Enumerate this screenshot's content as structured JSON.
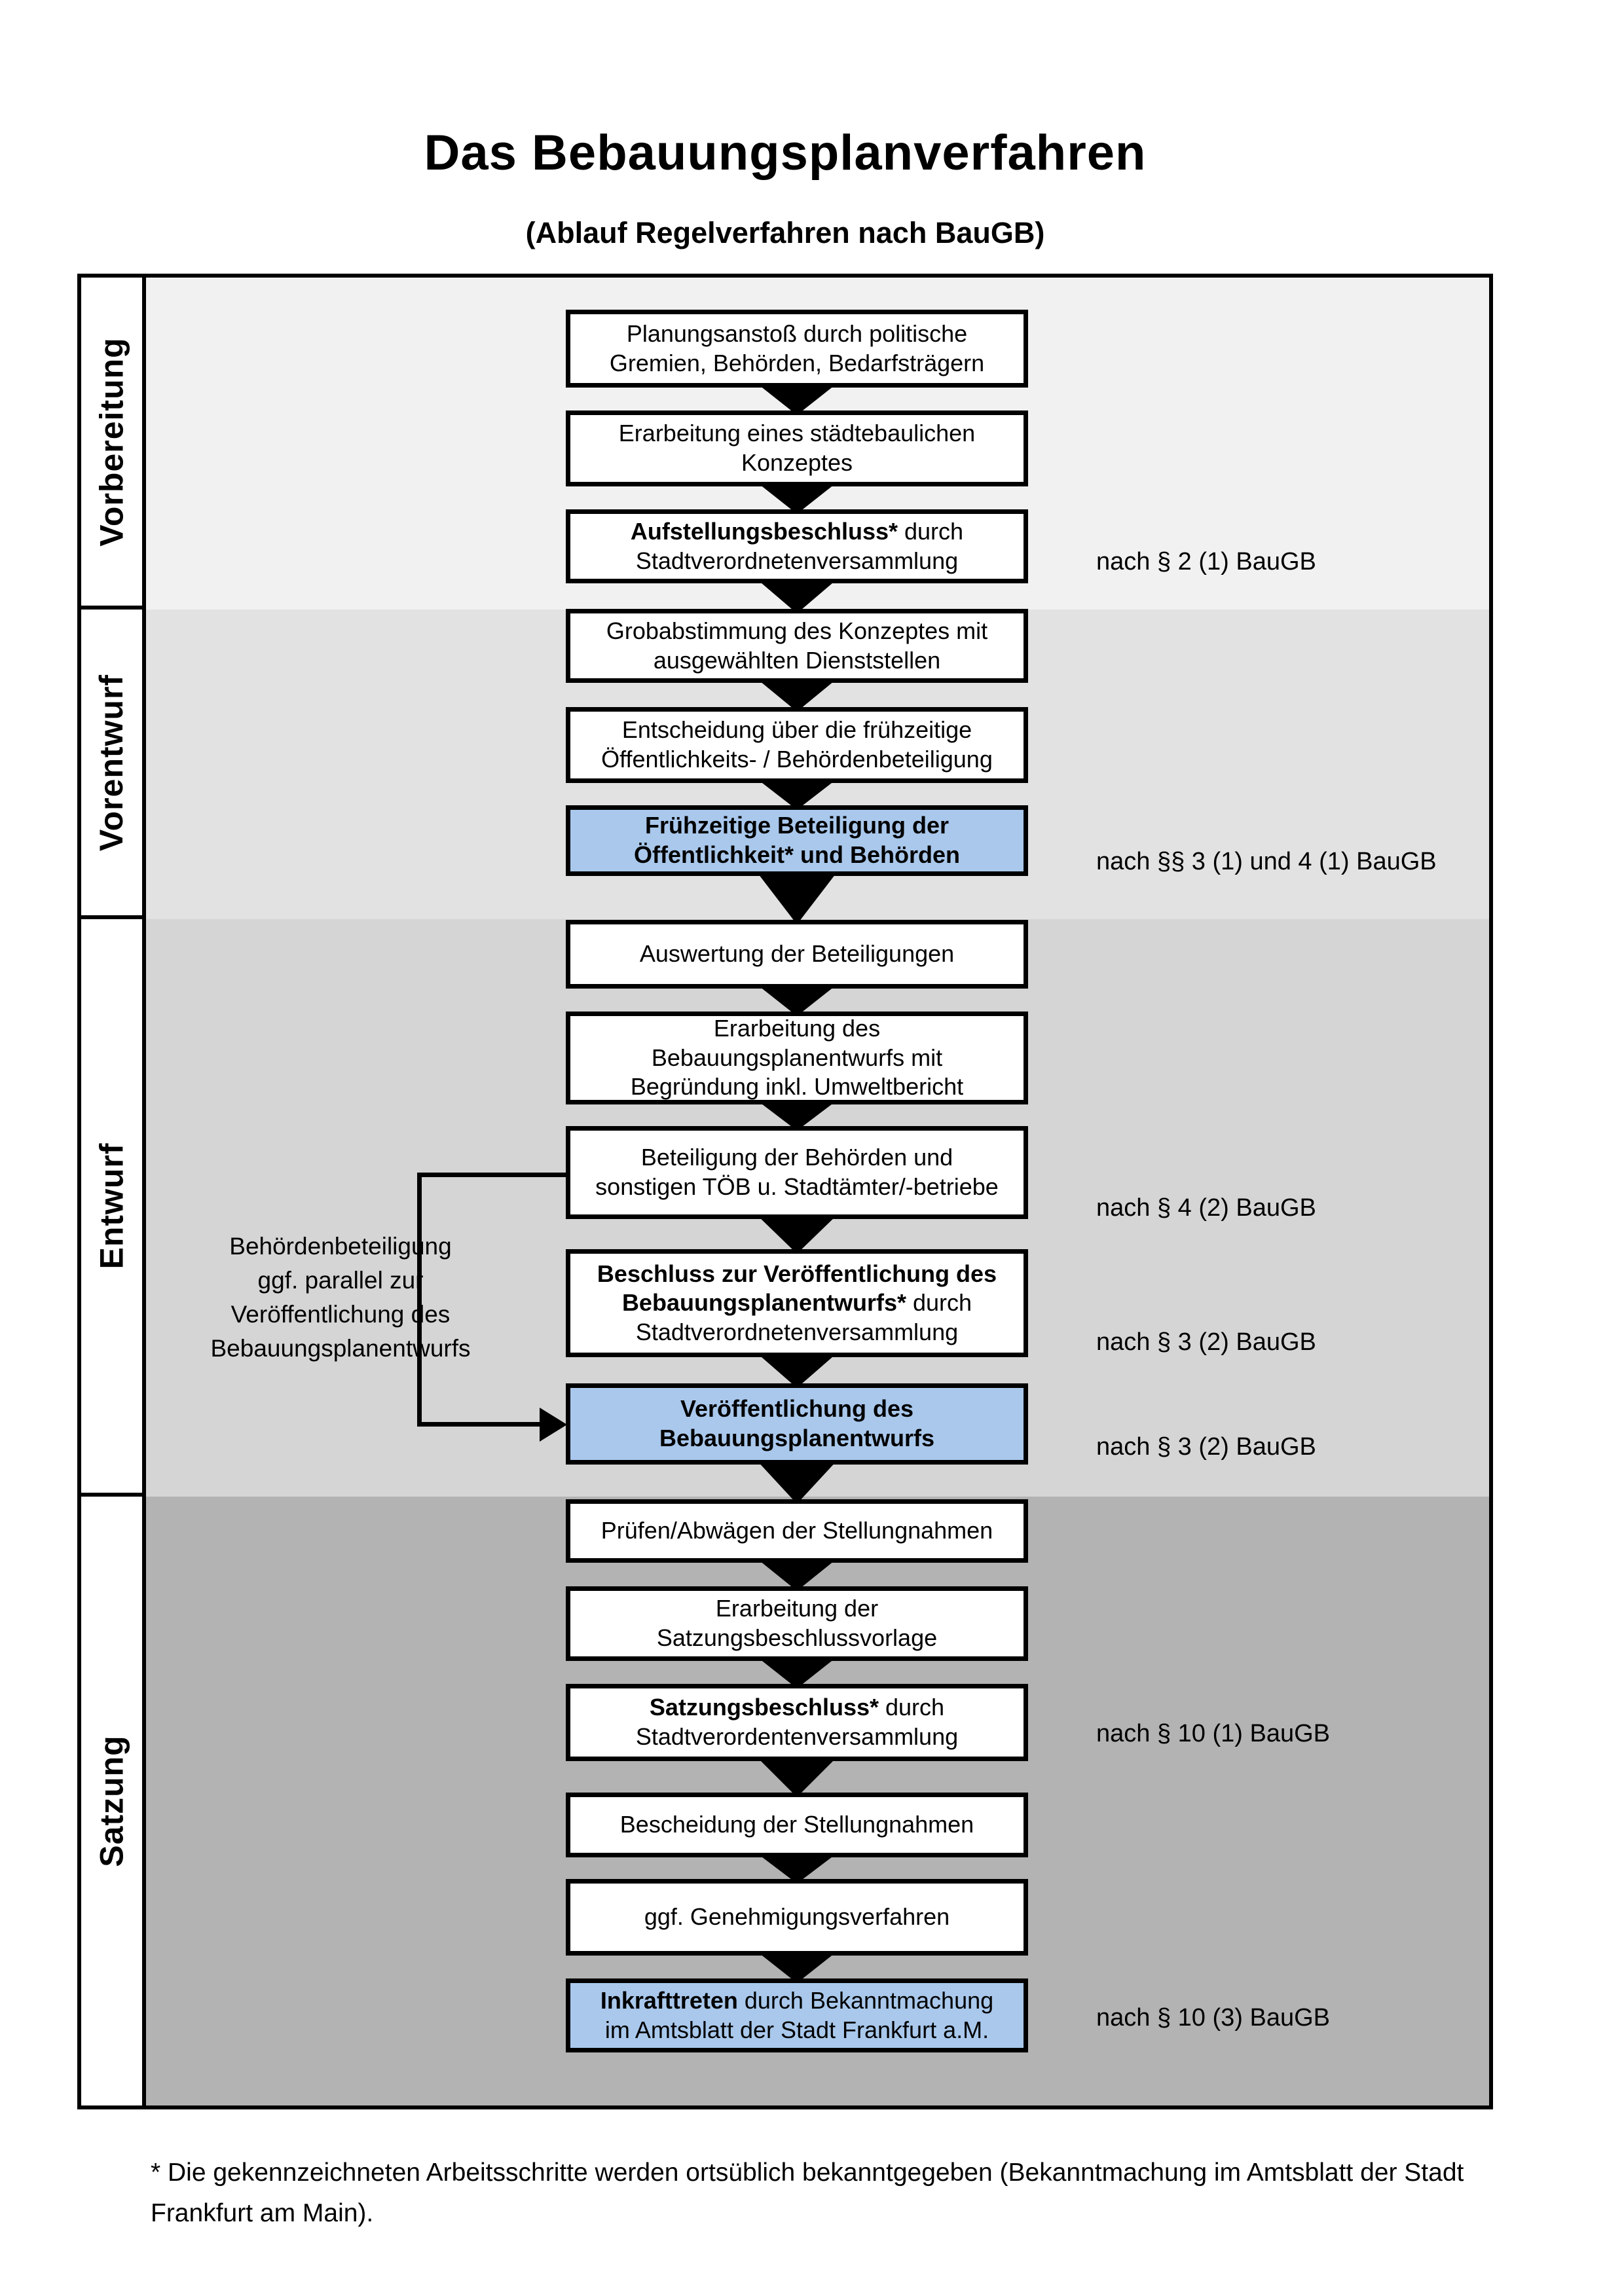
{
  "page": {
    "title": "Das Bebauungsplanverfahren",
    "subtitle": "(Ablauf Regelverfahren nach BauGB)"
  },
  "colors": {
    "highlight_box": "#a9c8ec",
    "box_border": "#000000",
    "phase_vorbereitung": "#f1f1f1",
    "phase_vorentwurf": "#e2e2e2",
    "phase_entwurf": "#d5d5d5",
    "phase_satzung": "#b3b3b3"
  },
  "phases": [
    {
      "label": "Vorbereitung",
      "color": "#f1f1f1"
    },
    {
      "label": "Vorentwurf",
      "color": "#e2e2e2"
    },
    {
      "label": "Entwurf",
      "color": "#d5d5d5"
    },
    {
      "label": "Satzung",
      "color": "#b3b3b3"
    }
  ],
  "steps": [
    {
      "highlight": false,
      "ref": null,
      "lines": [
        [
          {
            "text": "Planungsanstoß durch politische",
            "bold": false
          }
        ],
        [
          {
            "text": "Gremien, Behörden, Bedarfsträgern",
            "bold": false
          }
        ]
      ]
    },
    {
      "highlight": false,
      "ref": null,
      "lines": [
        [
          {
            "text": "Erarbeitung eines städtebaulichen",
            "bold": false
          }
        ],
        [
          {
            "text": "Konzeptes",
            "bold": false
          }
        ]
      ]
    },
    {
      "highlight": false,
      "ref": "nach § 2 (1) BauGB",
      "lines": [
        [
          {
            "text": "Aufstellungsbeschluss*",
            "bold": true
          },
          {
            "text": " durch",
            "bold": false
          }
        ],
        [
          {
            "text": "Stadtverordnetenversammlung",
            "bold": false
          }
        ]
      ]
    },
    {
      "highlight": false,
      "ref": null,
      "lines": [
        [
          {
            "text": "Grobabstimmung des Konzeptes mit",
            "bold": false
          }
        ],
        [
          {
            "text": "ausgewählten Dienststellen",
            "bold": false
          }
        ]
      ]
    },
    {
      "highlight": false,
      "ref": null,
      "lines": [
        [
          {
            "text": "Entscheidung über die frühzeitige",
            "bold": false
          }
        ],
        [
          {
            "text": "Öffentlichkeits- / Behördenbeteiligung",
            "bold": false
          }
        ]
      ]
    },
    {
      "highlight": true,
      "ref": "nach §§ 3 (1) und 4 (1) BauGB",
      "lines": [
        [
          {
            "text": "Frühzeitige Beteiligung der",
            "bold": true
          }
        ],
        [
          {
            "text": "Öffentlichkeit* und Behörden",
            "bold": true
          }
        ]
      ]
    },
    {
      "highlight": false,
      "ref": null,
      "lines": [
        [
          {
            "text": "Auswertung der Beteiligungen",
            "bold": false
          }
        ]
      ]
    },
    {
      "highlight": false,
      "ref": null,
      "lines": [
        [
          {
            "text": "Erarbeitung des",
            "bold": false
          }
        ],
        [
          {
            "text": "Bebauungsplanentwurfs mit",
            "bold": false
          }
        ],
        [
          {
            "text": "Begründung inkl. Umweltbericht",
            "bold": false
          }
        ]
      ]
    },
    {
      "highlight": false,
      "ref": "nach § 4 (2) BauGB",
      "lines": [
        [
          {
            "text": "Beteiligung der Behörden und",
            "bold": false
          }
        ],
        [
          {
            "text": "sonstigen TÖB u. Stadtämter/-betriebe",
            "bold": false
          }
        ]
      ]
    },
    {
      "highlight": false,
      "ref": "nach § 3 (2) BauGB",
      "lines": [
        [
          {
            "text": "Beschluss zur Veröffentlichung des",
            "bold": true
          }
        ],
        [
          {
            "text": "Bebauungsplanentwurfs*",
            "bold": true
          },
          {
            "text": " durch",
            "bold": false
          }
        ],
        [
          {
            "text": "Stadtverordnetenversammlung",
            "bold": false
          }
        ]
      ]
    },
    {
      "highlight": true,
      "ref": "nach § 3 (2) BauGB",
      "lines": [
        [
          {
            "text": "Veröffentlichung des",
            "bold": true
          }
        ],
        [
          {
            "text": "Bebauungsplanentwurfs",
            "bold": true
          }
        ]
      ]
    },
    {
      "highlight": false,
      "ref": null,
      "lines": [
        [
          {
            "text": "Prüfen/Abwägen der Stellungnahmen",
            "bold": false
          }
        ]
      ]
    },
    {
      "highlight": false,
      "ref": null,
      "lines": [
        [
          {
            "text": "Erarbeitung der",
            "bold": false
          }
        ],
        [
          {
            "text": "Satzungsbeschlussvorlage",
            "bold": false
          }
        ]
      ]
    },
    {
      "highlight": false,
      "ref": "nach § 10 (1) BauGB",
      "lines": [
        [
          {
            "text": "Satzungsbeschluss*",
            "bold": true
          },
          {
            "text": " durch",
            "bold": false
          }
        ],
        [
          {
            "text": "Stadtverordentenversammlung",
            "bold": false
          }
        ]
      ]
    },
    {
      "highlight": false,
      "ref": null,
      "lines": [
        [
          {
            "text": "Bescheidung der Stellungnahmen",
            "bold": false
          }
        ]
      ]
    },
    {
      "highlight": false,
      "ref": null,
      "lines": [
        [
          {
            "text": "ggf. Genehmigungsverfahren",
            "bold": false
          }
        ]
      ]
    },
    {
      "highlight": true,
      "ref": "nach § 10 (3) BauGB",
      "lines": [
        [
          {
            "text": "Inkrafttreten",
            "bold": true
          },
          {
            "text": " durch Bekanntmachung",
            "bold": false
          }
        ],
        [
          {
            "text": "im Amtsblatt der Stadt Frankfurt a.M.",
            "bold": false
          }
        ]
      ]
    }
  ],
  "side_note": {
    "lines": [
      "Behördenbeteiligung",
      "ggf. parallel zur",
      "Veröffentlichung des",
      "Bebauungsplanentwurfs"
    ]
  },
  "footnote": {
    "line1": "* Die gekennzeichneten Arbeitsschritte werden ortsüblich bekanntgegeben (Bekanntmachung im Amtsblatt  der Stadt",
    "line2": "Frankfurt am Main)."
  }
}
